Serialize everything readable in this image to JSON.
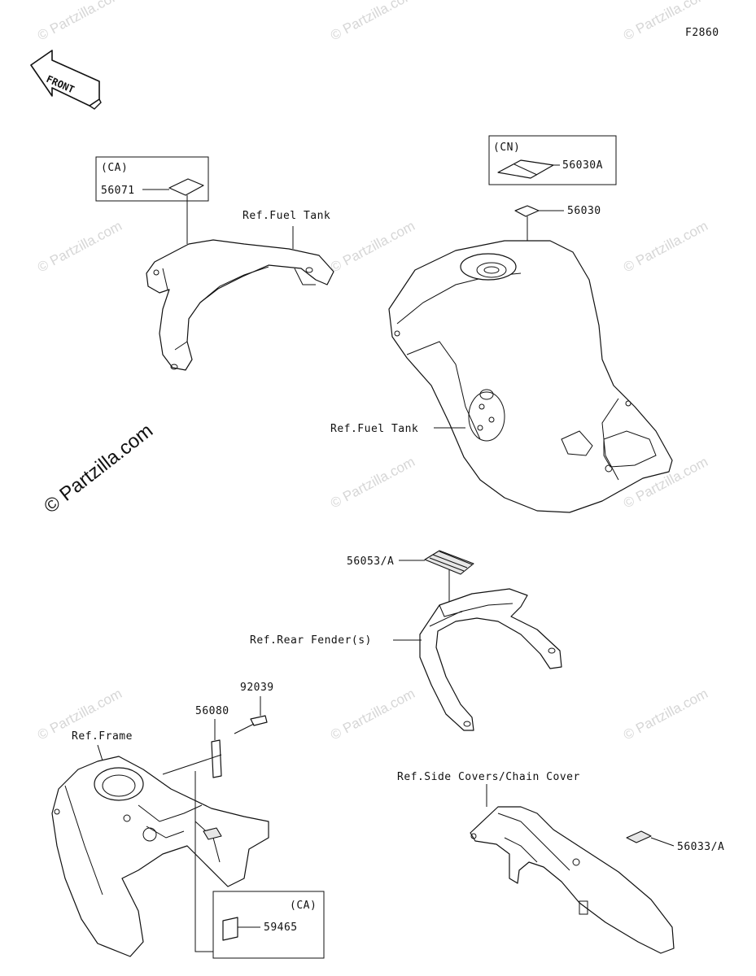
{
  "figure_code": "F2860",
  "front_arrow_label": "FRONT",
  "watermark": "© Partzilla.com",
  "watermark_main": "© Partzilla.com",
  "callouts": {
    "ca_upper": {
      "region": "(CA)",
      "part": "56071"
    },
    "cn": {
      "region": "(CN)",
      "part": "56030A"
    },
    "p56030": "56030",
    "ref_fuel_tank_upper": "Ref.Fuel Tank",
    "ref_fuel_tank_lower": "Ref.Fuel Tank",
    "p56053": "56053/A",
    "ref_rear_fender": "Ref.Rear Fender(s)",
    "p92039": "92039",
    "p56080": "56080",
    "ref_frame": "Ref.Frame",
    "ref_side_covers": "Ref.Side Covers/Chain Cover",
    "p56033": "56033/A",
    "ca_lower": {
      "region": "(CA)",
      "part": "59465"
    }
  },
  "colors": {
    "line": "#111111",
    "shade": "#e6e6e6",
    "watermark": "#d6d6d6"
  }
}
